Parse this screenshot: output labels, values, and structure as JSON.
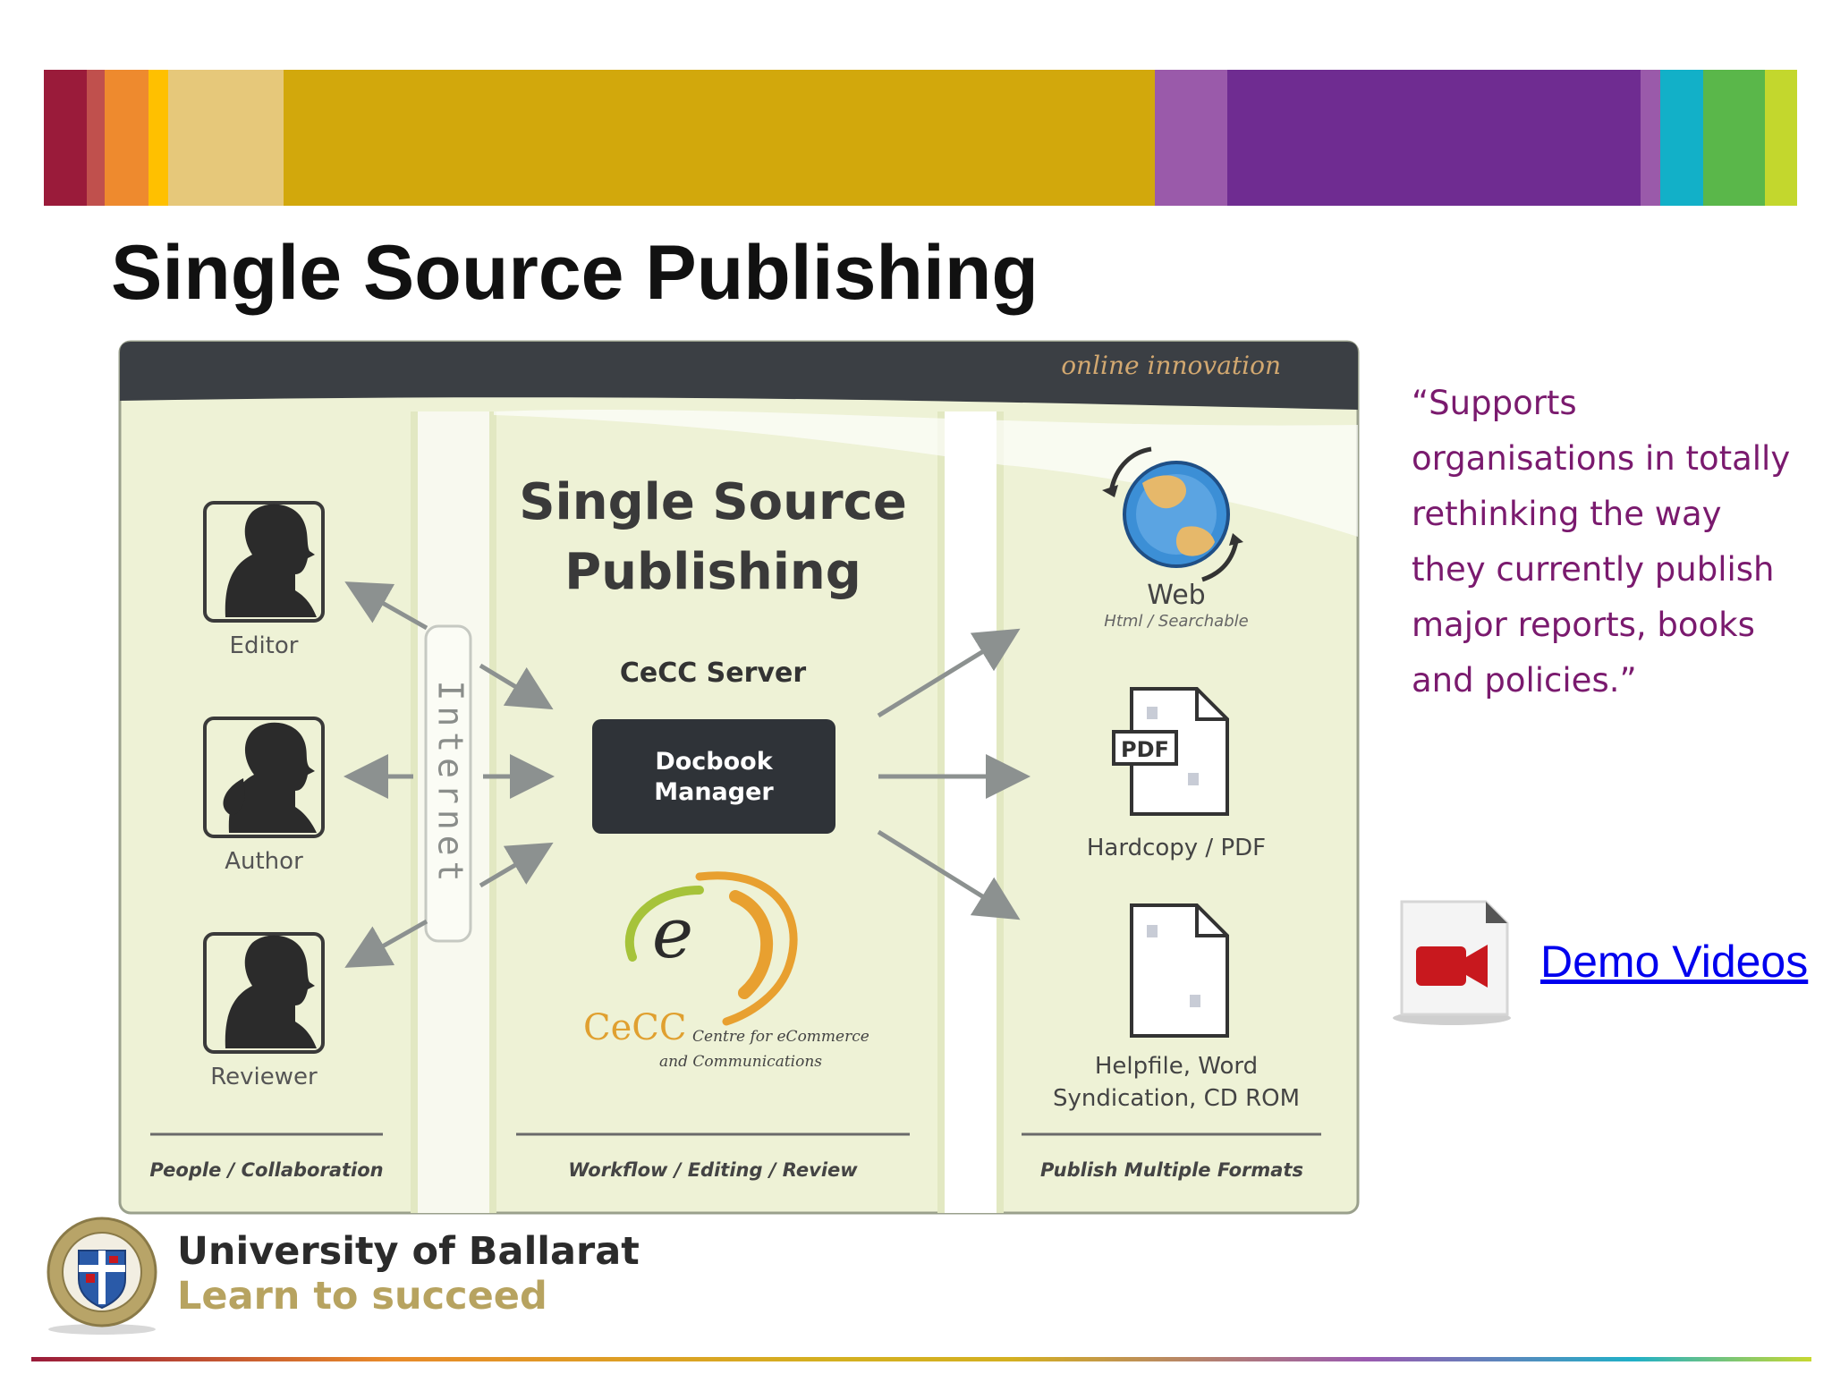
{
  "title": "Single Source Publishing",
  "stripe_colors": [
    "#9a1b3a",
    "#c0504d",
    "#ee8a2e",
    "#ffc000",
    "#e6c87a",
    "#d2a80c",
    "#9a5aaa",
    "#6f2c91",
    "#9a5aaa",
    "#12b0c8",
    "#5ab74a",
    "#c3d72d"
  ],
  "diagram": {
    "banner_text": "online innovation",
    "heading_line1": "Single Source",
    "heading_line2": "Publishing",
    "server_label": "CeCC Server",
    "manager_line1": "Docbook",
    "manager_line2": "Manager",
    "internet_label": "Internet",
    "logo_letter": "e",
    "logo_name": "CeCC",
    "logo_subtitle_line1": "Centre for eCommerce",
    "logo_subtitle_line2": "and Communications",
    "people": [
      {
        "label": "Editor",
        "icon": "editor-silhouette-icon"
      },
      {
        "label": "Author",
        "icon": "author-silhouette-icon"
      },
      {
        "label": "Reviewer",
        "icon": "reviewer-silhouette-icon"
      }
    ],
    "outputs": {
      "web_label": "Web",
      "web_sub": "Html / Searchable",
      "pdf_badge": "PDF",
      "pdf_label": "Hardcopy / PDF",
      "help_line1": "Helpfile, Word",
      "help_line2": "Syndication, CD ROM"
    },
    "columns": {
      "left": "People / Collaboration",
      "middle": "Workflow / Editing / Review",
      "right": "Publish Multiple Formats"
    }
  },
  "quote": "“Supports organisations in totally rethinking the way they currently publish major reports, books and policies.”",
  "demo_link": "Demo Videos",
  "footer": {
    "university": "University of Ballarat",
    "tagline": "Learn to succeed"
  },
  "colors": {
    "diagram_bg": "#eef2d6",
    "banner": "#3b3f44",
    "quote": "#7a1a6e",
    "link": "#0000ee",
    "logo_orange": "#e8a030",
    "logo_green": "#a6c33a"
  }
}
